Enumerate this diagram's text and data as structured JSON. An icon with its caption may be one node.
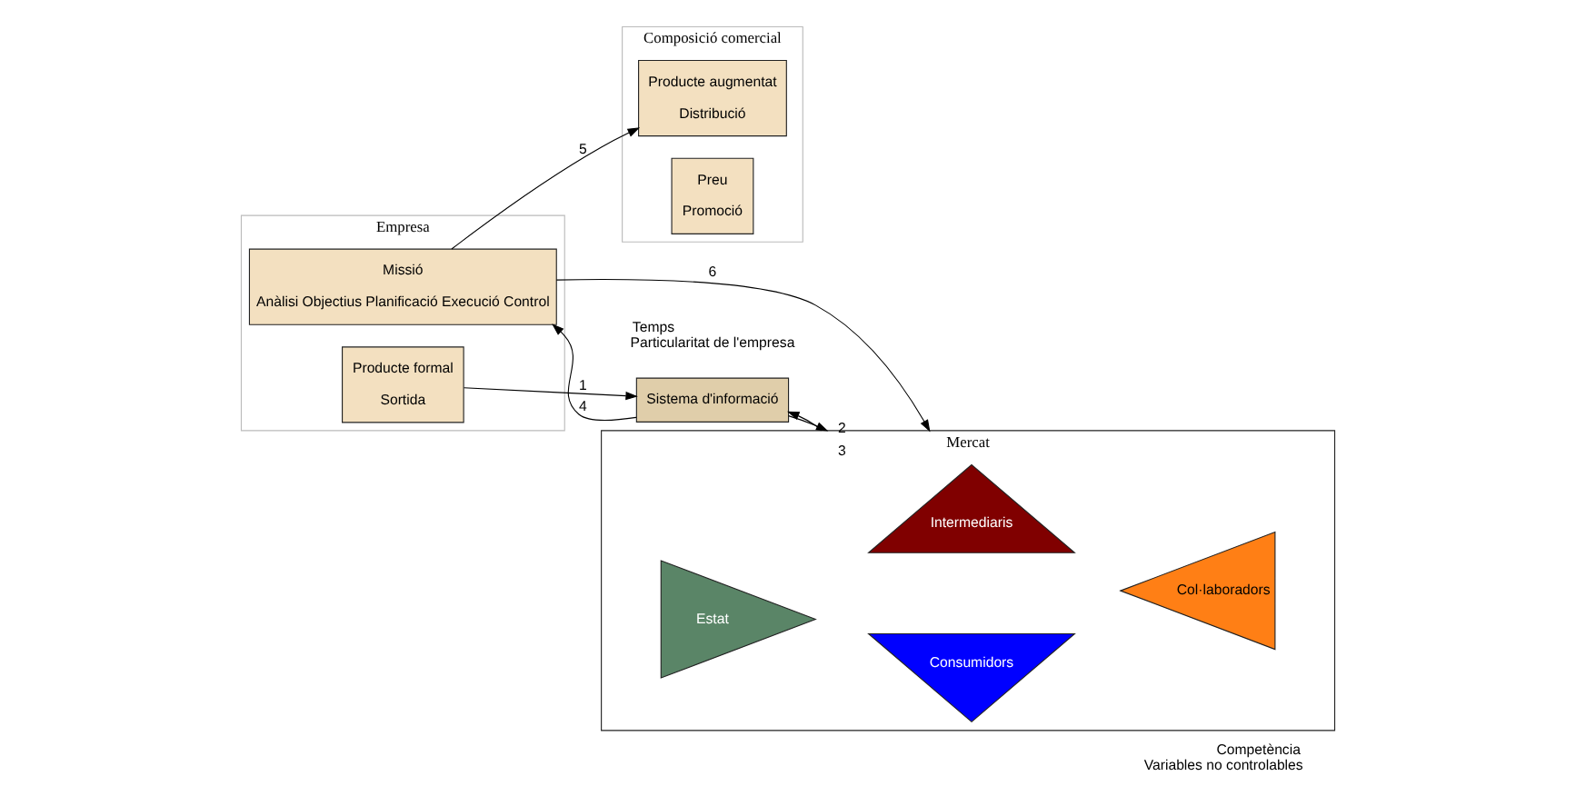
{
  "diagram": {
    "nodes": [
      {
        "text": [
          "Empresa"
        ]
      },
      {
        "text": [
          "Missió",
          "Anàlisi Objectius Planificació Execució Control"
        ],
        "in": 0
      },
      {
        "text": [
          "Producte formal",
          "Sortida"
        ],
        "in": 0
      },
      {
        "text": [
          "Sistema d'informació"
        ]
      },
      {
        "text": [
          "Composició comercial"
        ]
      },
      {
        "text": [
          "Producte augmentat",
          "Distribució"
        ],
        "in": 4
      },
      {
        "text": [
          "Preu",
          "Promoció"
        ],
        "in": 4
      },
      {
        "text": [
          "Mercat"
        ]
      },
      {
        "text": [
          "Consumidors"
        ],
        "in": 7
      },
      {
        "text": [
          "Estat"
        ],
        "in": 7
      },
      {
        "text": [
          "Col·laboradors"
        ],
        "in": 7
      },
      {
        "text": [
          "Intermediaris"
        ],
        "in": 7
      }
    ],
    "edges": [
      {
        "from": 2,
        "to": 3,
        "arrow": "to",
        "label": "1"
      },
      {
        "from": 3,
        "to": 7,
        "arrow": "to",
        "label": "2"
      },
      {
        "from": 7,
        "to": 3,
        "arrow": "to",
        "label": "3"
      },
      {
        "from": 3,
        "to": 1,
        "arrow": "to",
        "label": "4"
      },
      {
        "from": 1,
        "to": 5,
        "arrow": "to",
        "label": "5"
      },
      {
        "from": 1,
        "to": 7,
        "arrow": "to",
        "label": "6"
      }
    ],
    "labels": [
      "Temps",
      "Particularitat de l'empresa",
      "Competència",
      "Variables no controlables"
    ]
  }
}
